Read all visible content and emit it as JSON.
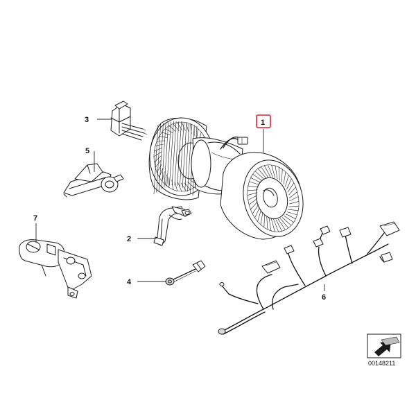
{
  "labels": {
    "part1": "1",
    "part2": "2",
    "part3": "3",
    "part4": "4",
    "part5": "5",
    "part6": "6",
    "part7": "7"
  },
  "highlight_color": "#e0242f",
  "diagram_number": "00148211",
  "icons": {
    "orientation": "arrow-icon"
  }
}
